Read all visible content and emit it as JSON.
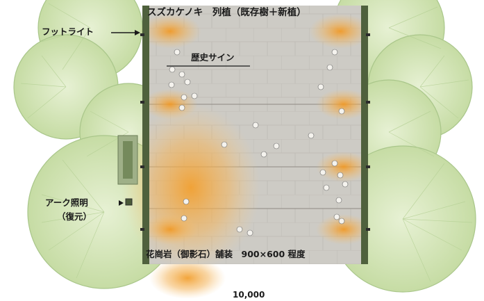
{
  "labels": {
    "street_trees": "スズカケノキ　列植（既存樹＋新植）",
    "footlight": "フットライト",
    "history_sign": "歴史サイン",
    "arc_light_line1": "アーク照明",
    "arc_light_line2": "（復元）",
    "paving": "花崗岩（御影石）舗装　900×600 程度",
    "dimension": "10,000"
  },
  "icons": {
    "footlight_arrow": "arrow-right-icon",
    "arc_light_pointer": "pointer-right-icon"
  },
  "colors": {
    "tree_fill": "#d4e6b5",
    "tree_stroke": "#a8c488",
    "pavement": "#c9c7c1",
    "curb_strip": "#4d5f3c",
    "light_glow": "#f3a83a"
  }
}
